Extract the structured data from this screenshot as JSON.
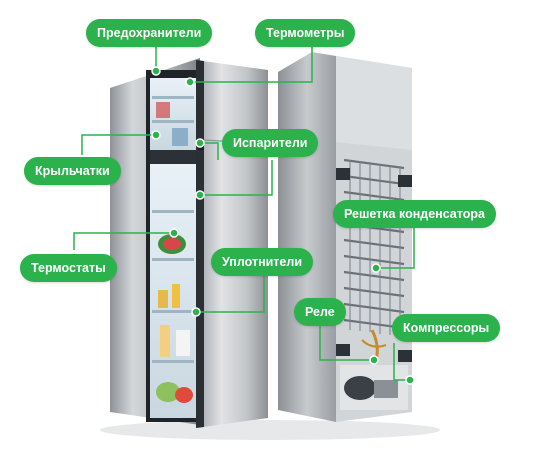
{
  "colors": {
    "accent": "#2bb24c",
    "steel": "#a9adb1",
    "interior": "#1f2428",
    "coil": "#6b7178"
  },
  "labels": {
    "fuses": "Предохранители",
    "thermometers": "Термометры",
    "fans": "Крыльчатки",
    "evaporators": "Испарители",
    "condenser": "Решетка конденсатора",
    "thermostats": "Термостаты",
    "seals": "Уплотнители",
    "relay": "Реле",
    "compressors": "Компрессоры"
  }
}
